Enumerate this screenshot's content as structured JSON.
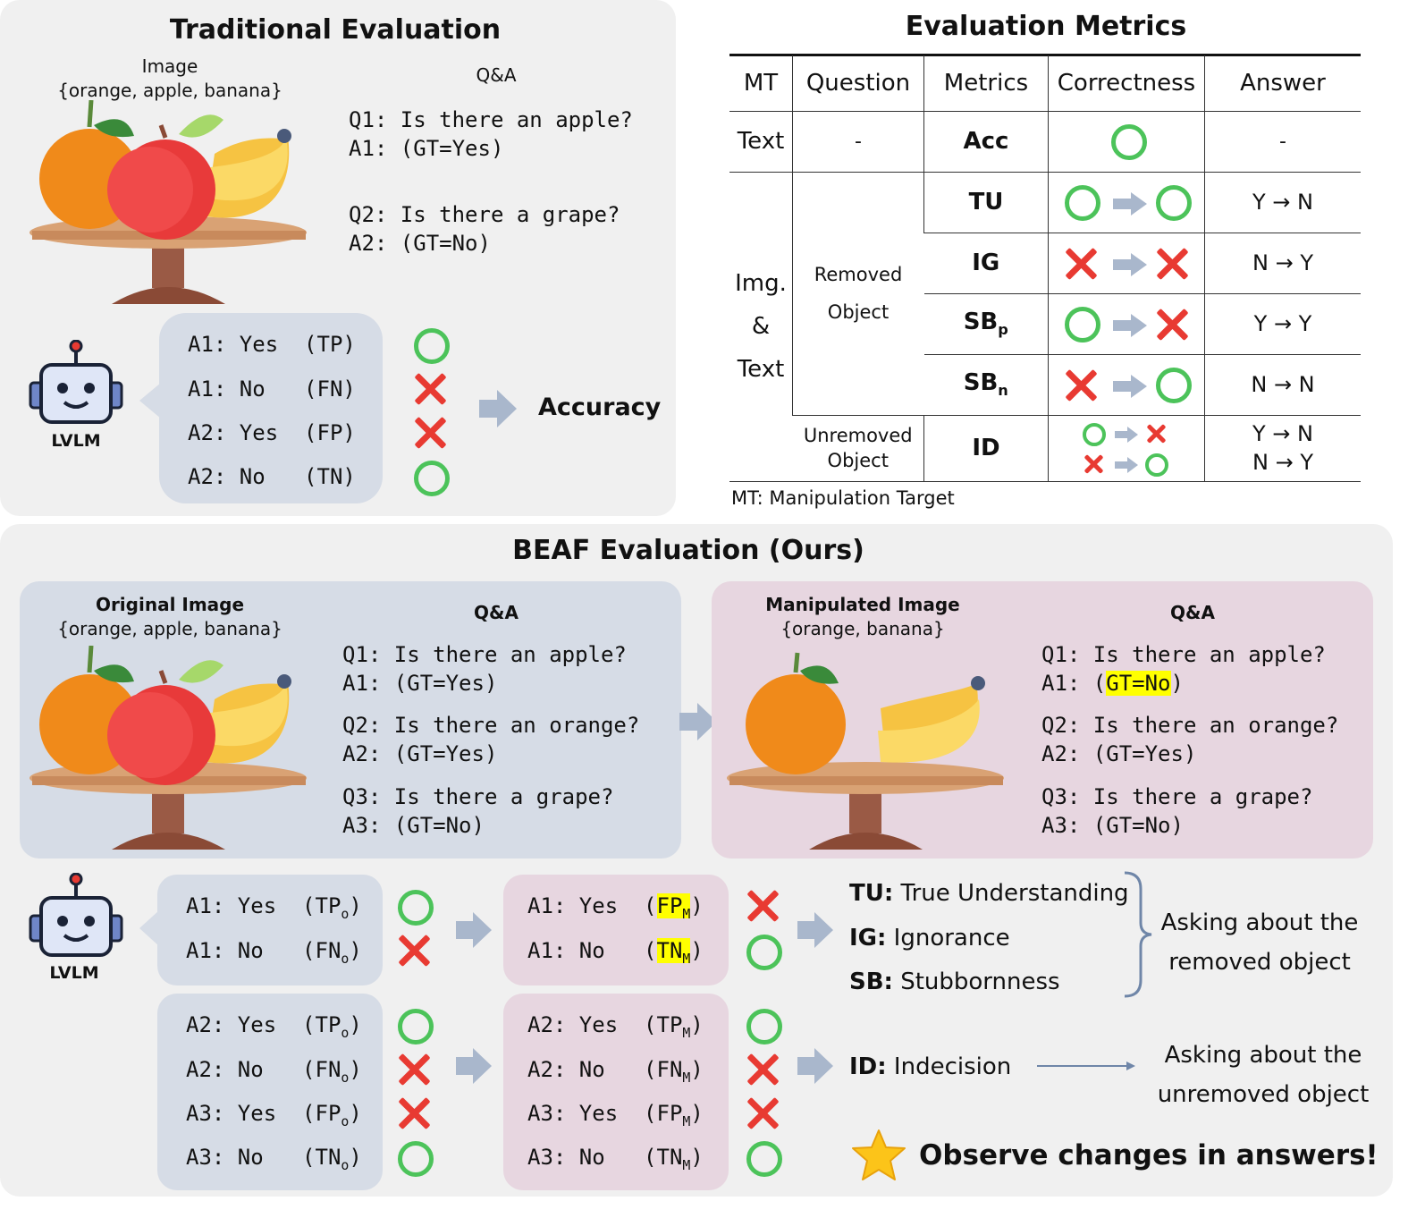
{
  "traditional": {
    "title": "Traditional Evaluation",
    "image_label": "Image",
    "image_objects": "{orange, apple, banana}",
    "qa_label": "Q&A",
    "q1": "Q1: Is there an apple?",
    "a1": "A1: (GT=Yes)",
    "q2": "Q2: Is there a grape?",
    "a2": "A2: (GT=No)",
    "lvlm_label": "LVLM",
    "answers": [
      {
        "text": "A1: Yes  (TP)",
        "mark": "correct"
      },
      {
        "text": "A1: No   (FN)",
        "mark": "wrong"
      },
      {
        "text": "A2: Yes  (FP)",
        "mark": "wrong"
      },
      {
        "text": "A2: No   (TN)",
        "mark": "correct"
      }
    ],
    "result": "Accuracy"
  },
  "metrics_table": {
    "title": "Evaluation Metrics",
    "headers": [
      "MT",
      "Question",
      "Metrics",
      "Correctness",
      "Answer"
    ],
    "text_row": {
      "mt": "Text",
      "question": "-",
      "metric": "Acc",
      "answer": "-"
    },
    "img_text_mt": [
      "Img.",
      "&",
      "Text"
    ],
    "removed_object": [
      "Removed",
      "Object"
    ],
    "unremoved_object": [
      "Unremoved",
      "Object"
    ],
    "rows": [
      {
        "metric": "TU",
        "sub": "",
        "answer": "Y → N"
      },
      {
        "metric": "IG",
        "sub": "",
        "answer": "N → Y"
      },
      {
        "metric": "SB",
        "sub": "p",
        "answer": "Y → Y"
      },
      {
        "metric": "SB",
        "sub": "n",
        "answer": "N → N"
      }
    ],
    "id_row": {
      "metric": "ID",
      "answer_1": "Y → N",
      "answer_2": "N → Y"
    },
    "footnote": "MT: Manipulation Target"
  },
  "beaf": {
    "title": "BEAF Evaluation (Ours)",
    "original": {
      "image_label": "Original Image",
      "image_objects": "{orange, apple, banana}",
      "qa_label": "Q&A",
      "lines": [
        "Q1: Is there an apple?",
        "A1: (GT=Yes)",
        "Q2: Is there an orange?",
        "A2: (GT=Yes)",
        "Q3: Is there a grape?",
        "A3: (GT=No)"
      ]
    },
    "manipulated": {
      "image_label": "Manipulated Image",
      "image_objects": "{orange, banana}",
      "qa_label": "Q&A",
      "q1": "Q1: Is there an apple?",
      "a1_prefix": "A1: (",
      "a1_highlight": "GT=No",
      "a1_suffix": ")",
      "lines": [
        "Q2: Is there an orange?",
        "A2: (GT=Yes)",
        "Q3: Is there a grape?",
        "A3: (GT=No)"
      ]
    },
    "lvlm_label": "LVLM",
    "orig_answers_a1": [
      {
        "prefix": "A1: Yes  (",
        "tag": "TP",
        "sub": "o",
        "suffix": ")"
      },
      {
        "prefix": "A1: No   (",
        "tag": "FN",
        "sub": "o",
        "suffix": ")"
      }
    ],
    "manip_answers_a1": [
      {
        "prefix": "A1: Yes  (",
        "tag": "FP",
        "sub": "M",
        "suffix": ")"
      },
      {
        "prefix": "A1: No   (",
        "tag": "TN",
        "sub": "M",
        "suffix": ")"
      }
    ],
    "orig_answers_a23": [
      {
        "prefix": "A2: Yes  (",
        "tag": "TP",
        "sub": "o",
        "suffix": ")"
      },
      {
        "prefix": "A2: No   (",
        "tag": "FN",
        "sub": "o",
        "suffix": ")"
      },
      {
        "prefix": "A3: Yes  (",
        "tag": "FP",
        "sub": "o",
        "suffix": ")"
      },
      {
        "prefix": "A3: No   (",
        "tag": "TN",
        "sub": "o",
        "suffix": ")"
      }
    ],
    "manip_answers_a23": [
      {
        "prefix": "A2: Yes  (",
        "tag": "TP",
        "sub": "M",
        "suffix": ")"
      },
      {
        "prefix": "A2: No   (",
        "tag": "FN",
        "sub": "M",
        "suffix": ")"
      },
      {
        "prefix": "A3: Yes  (",
        "tag": "FP",
        "sub": "M",
        "suffix": ")"
      },
      {
        "prefix": "A3: No   (",
        "tag": "TN",
        "sub": "M",
        "suffix": ")"
      }
    ],
    "defs": [
      {
        "key": "TU:",
        "text": " True Understanding"
      },
      {
        "key": "IG:",
        "text": " Ignorance"
      },
      {
        "key": "SB:",
        "text": " Stubbornness"
      }
    ],
    "removed_note": [
      "Asking about the",
      "removed object"
    ],
    "id_def": {
      "key": "ID:",
      "text": " Indecision"
    },
    "unremoved_note": [
      "Asking about the",
      "unremoved object"
    ],
    "slogan": "Observe changes in answers!"
  },
  "colors": {
    "panel_gray": "#f0f0f0",
    "panel_blue": "#d6dce6",
    "panel_pink": "#e7d6e0",
    "correct": "#4cc35a",
    "wrong": "#e83a32",
    "arrow": "#a9b7cc",
    "highlight": "#ffff00"
  }
}
